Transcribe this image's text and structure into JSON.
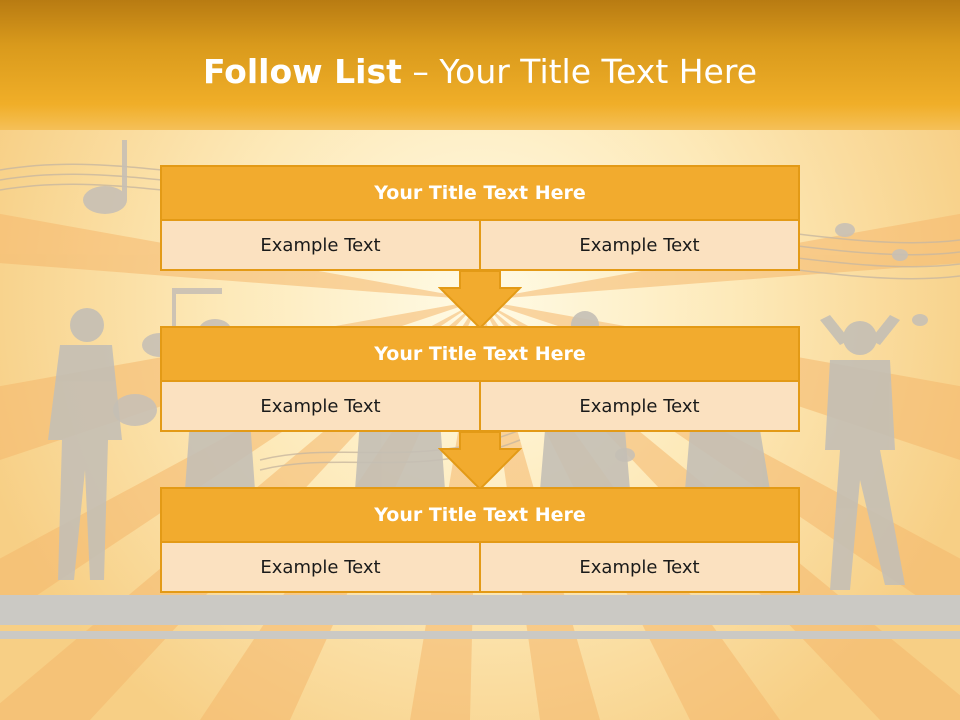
{
  "slide": {
    "title_bold": "Follow List",
    "title_rest": "– Your Title Text Here"
  },
  "blocks": [
    {
      "title": "Your Title Text Here",
      "left": "Example Text",
      "right": "Example Text"
    },
    {
      "title": "Your Title Text Here",
      "left": "Example Text",
      "right": "Example Text"
    },
    {
      "title": "Your Title Text Here",
      "left": "Example Text",
      "right": "Example Text"
    }
  ],
  "colors": {
    "header": "#e9a223",
    "block_head": "#f2ab2e",
    "block_cell": "#fbe1c0",
    "border": "#e39a16"
  }
}
